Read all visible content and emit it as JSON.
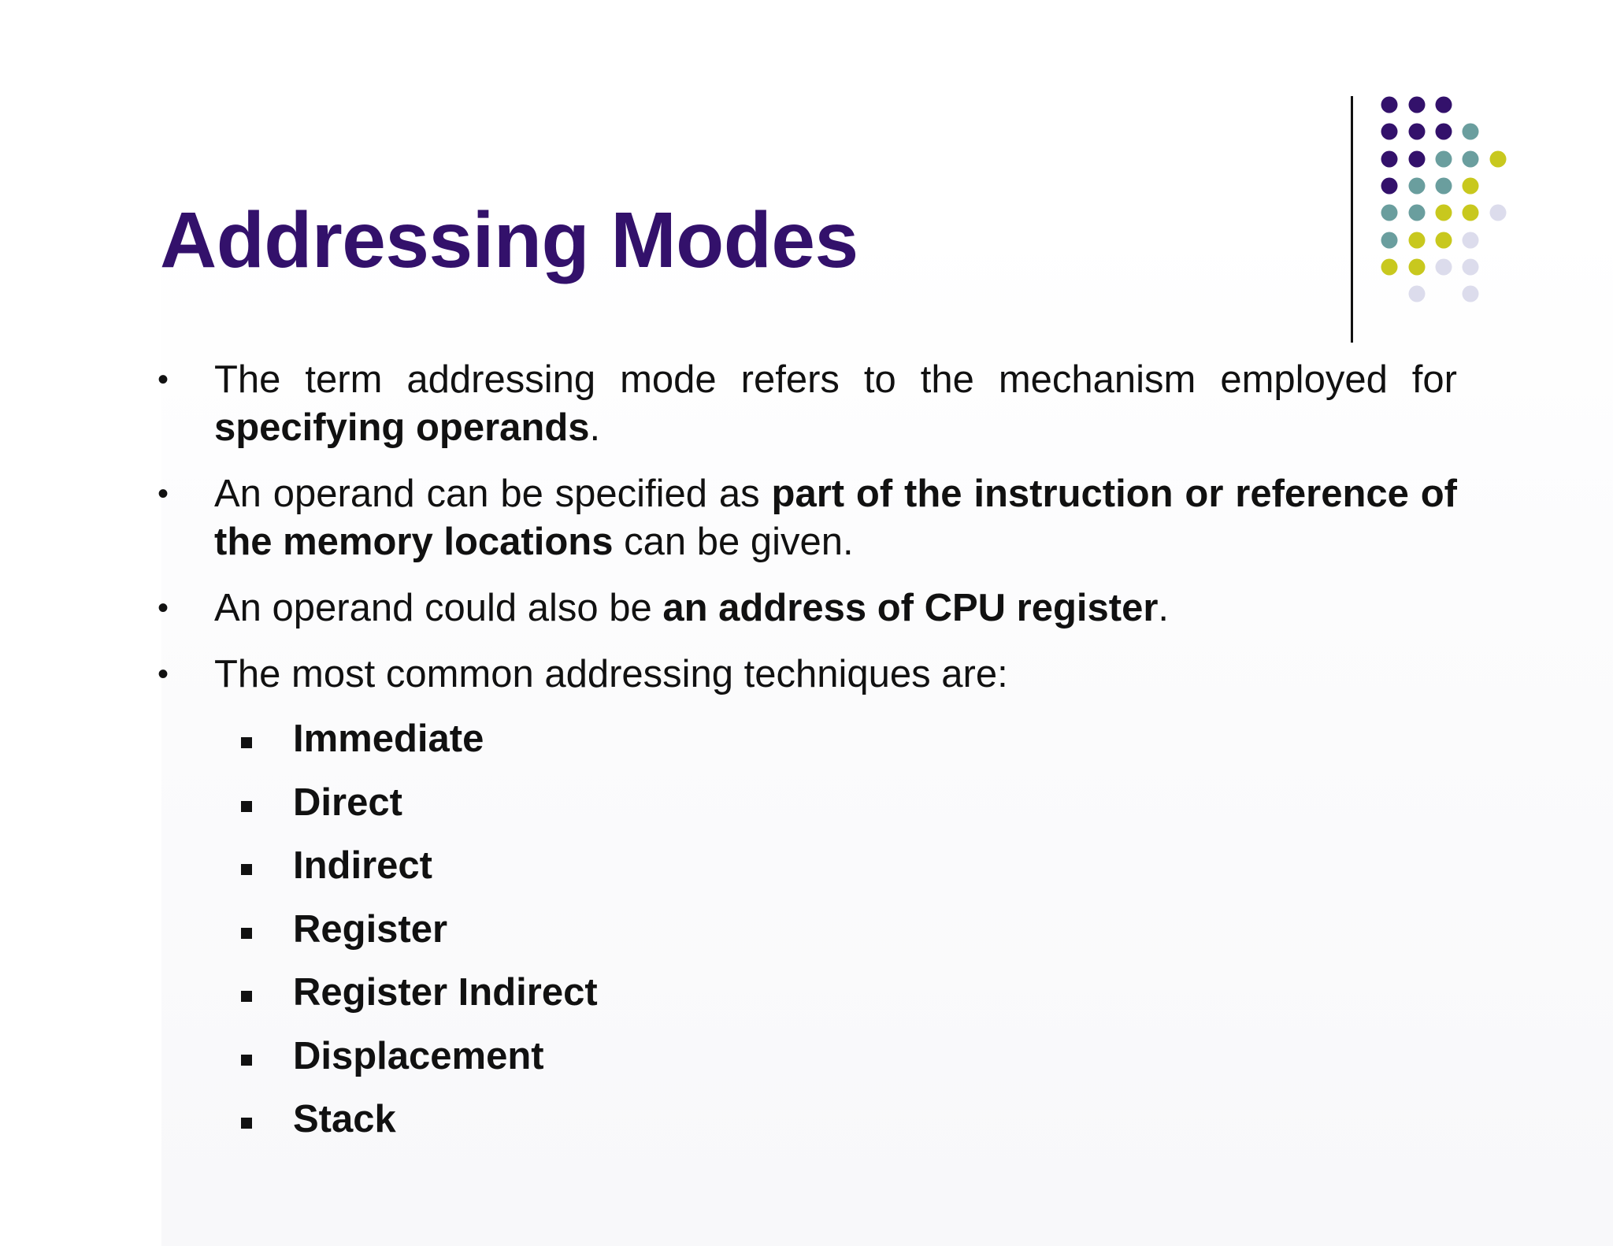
{
  "slide": {
    "title": "Addressing Modes",
    "title_color": "#33116b",
    "bullets": [
      {
        "text": "The term addressing mode refers to the mechanism employed for ",
        "bold": "specifying operands",
        "tail": "."
      },
      {
        "text": "An operand can be specified as ",
        "bold": "part of the instruction or reference of the memory locations",
        "tail": " can be given."
      },
      {
        "text": "An operand could also be ",
        "bold": "an address of CPU register",
        "tail": "."
      },
      {
        "text": "The most common addressing techniques are:",
        "bold": "",
        "tail": ""
      }
    ],
    "techniques": [
      "Immediate",
      "Direct",
      "Indirect",
      "Register",
      "Register Indirect",
      "Displacement",
      "Stack"
    ],
    "dot_colors": {
      "purple": "#33116b",
      "teal": "#6a9e9e",
      "lime": "#c8c81e",
      "lavender": "#dcdcec"
    }
  }
}
